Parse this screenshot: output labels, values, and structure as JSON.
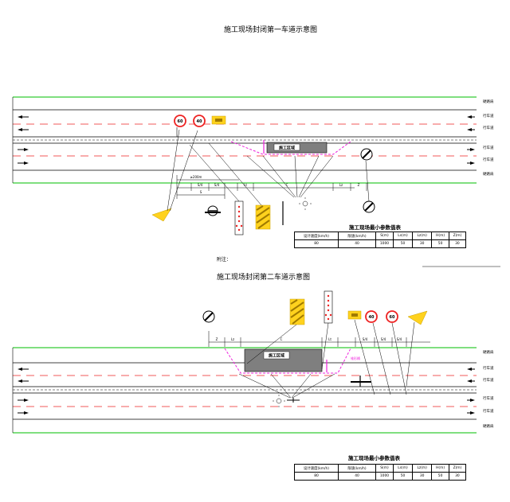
{
  "diagram1": {
    "title": "施工现场封闭第一车道示意图",
    "lane_labels": [
      "硬路肩",
      "行车道",
      "行车道",
      "行车道",
      "行车道",
      "硬路肩"
    ],
    "work_zone_label": "施工区域",
    "speed_signs": [
      "60",
      "40"
    ],
    "measure_labels": {
      "dist": "≥200m",
      "s4a": "S/4",
      "s4b": "S/4",
      "s": "S",
      "lt": "Lt",
      "c": "C",
      "lz": "Lz",
      "z": "Z"
    },
    "note": "附注：",
    "table": {
      "caption": "施工现场最小参数值表",
      "headers": [
        "设计速度(km/h)",
        "限速(km/h)",
        "S(m)",
        "Ls(m)",
        "Lz(m)",
        "H(m)",
        "Z(m)"
      ],
      "values": [
        "80",
        "40",
        "1000",
        "50",
        "30",
        "50",
        "30"
      ]
    }
  },
  "diagram2": {
    "title": "施工现场封闭第二车道示意图",
    "lane_labels": [
      "硬路肩",
      "行车道",
      "行车道",
      "行车道",
      "行车道",
      "硬路肩"
    ],
    "work_zone_label": "施工区域",
    "pink_label": "锥形桶",
    "speed_signs": [
      "40",
      "60"
    ],
    "measure_labels": {
      "z": "Z",
      "lz": "Lz",
      "c": "C",
      "lt": "Lt",
      "s4a": "S/4",
      "s4b": "S/4",
      "s4c": "S/4"
    },
    "table": {
      "caption": "施工现场最小参数值表",
      "headers": [
        "设计速度(km/h)",
        "限速(km/h)",
        "S(m)",
        "Ls(m)",
        "Lz(m)",
        "H(m)",
        "Z(m)"
      ],
      "values": [
        "80",
        "40",
        "1000",
        "50",
        "30",
        "50",
        "30"
      ]
    }
  },
  "colors": {
    "green": "#33cc33",
    "red": "#ee2222",
    "pink": "#ee22dd",
    "yellow": "#ffd21e",
    "work": "#7f7f7f"
  }
}
